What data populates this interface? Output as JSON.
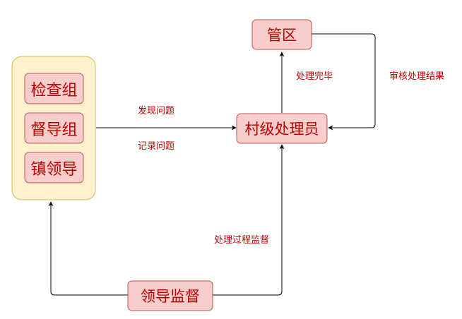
{
  "nodes": {
    "group": {
      "members": [
        "检查组",
        "督导组",
        "镇领导"
      ]
    },
    "district": "管区",
    "village_officer": "村级处理员",
    "leader_supervision": "领导监督"
  },
  "edges": {
    "find_problem": "发现问题",
    "record_problem": "记录问题",
    "processing_done": "处理完毕",
    "review_result": "审核处理结果",
    "process_supervision": "处理过程监督"
  },
  "colors": {
    "node_fill": "#f8cecc",
    "node_stroke": "#b85450",
    "group_fill": "#fff2cc",
    "group_stroke": "#d6b656",
    "text": "#c00000",
    "line": "#000000"
  }
}
